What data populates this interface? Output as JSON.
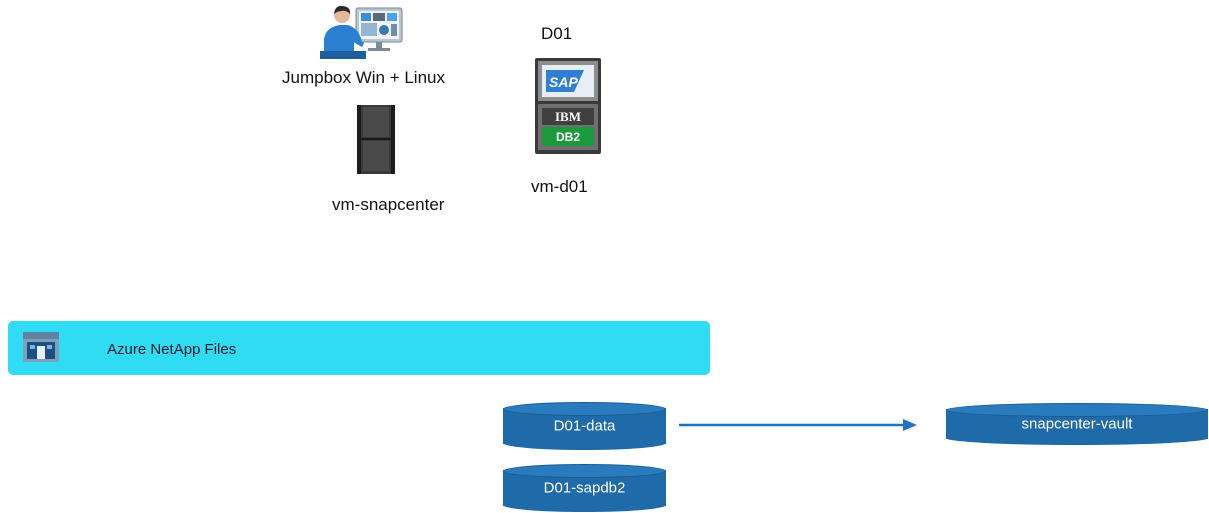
{
  "jumpbox": {
    "label": "Jumpbox Win + Linux"
  },
  "vm_snapcenter": {
    "label": "vm-snapcenter"
  },
  "system": {
    "sid": "D01",
    "vm_label": "vm-d01",
    "sap_logo_text": "SAP",
    "ibm_logo_text": "IBM",
    "db2_logo_text": "DB2"
  },
  "storage": {
    "label": "Azure NetApp Files"
  },
  "volumes": {
    "data": "D01-data",
    "sapdb2": "D01-sapdb2",
    "vault": "snapcenter-vault"
  },
  "colors": {
    "anf_bar": "#2fdcf3",
    "volume": "#1f6aa8",
    "arrow": "#1f73c4"
  }
}
